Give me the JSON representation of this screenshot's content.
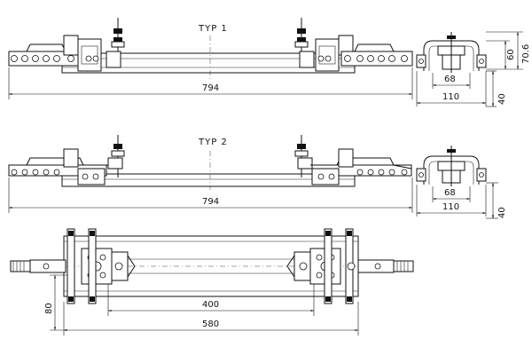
{
  "drawing": {
    "typ1": {
      "title": "TYP 1",
      "length": "794",
      "end_view": {
        "width_outer": "110",
        "width_inner": "68",
        "height_total": "70.6",
        "height_mid": "60",
        "depth": "40"
      }
    },
    "typ2": {
      "title": "TYP 2",
      "length": "794",
      "end_view": {
        "width_outer": "110",
        "width_inner": "68",
        "depth": "40"
      }
    },
    "top_view": {
      "centers": "400",
      "overall": "580",
      "width": "80"
    }
  }
}
